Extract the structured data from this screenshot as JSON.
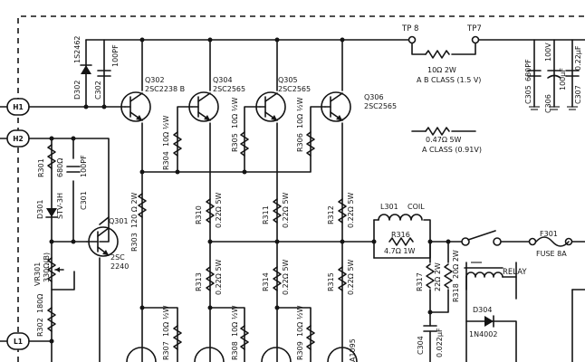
{
  "nodes": {
    "h1": "H1",
    "h2": "H2",
    "l1": "L1"
  },
  "transistors": {
    "q301": {
      "ref": "Q301",
      "part": "2SC",
      "part2": "2240"
    },
    "q302": {
      "ref": "Q302",
      "part": "2SC2238 B"
    },
    "q304": {
      "ref": "Q304",
      "part": "2SC2565"
    },
    "q305": {
      "ref": "Q305",
      "part": "2SC2565"
    },
    "q306": {
      "ref": "Q306",
      "part": "2SC2565"
    }
  },
  "diodes": {
    "d302": {
      "ref": "D302",
      "part": "1S2462"
    },
    "d301": {
      "ref": "D301",
      "part": "STV-3H"
    },
    "d304": {
      "ref": "D304",
      "part": "1N4002"
    }
  },
  "capacitors": {
    "c302": {
      "ref": "C302",
      "value": "100PF"
    },
    "c301": {
      "ref": "C301",
      "value": "100PF"
    },
    "c305": {
      "ref": "C305",
      "value": "680PF"
    },
    "c306": {
      "ref": "C306",
      "value": "100V",
      "value2": "100μF"
    },
    "c307": {
      "ref": "C307",
      "value": "0.22μF"
    },
    "c304": {
      "ref": "C304",
      "value": "0.022μF"
    }
  },
  "resistors": {
    "r301": {
      "ref": "R301",
      "value": "680Ω"
    },
    "vr301": {
      "ref": "VR301",
      "value": "330Ω(B)"
    },
    "r302": {
      "ref": "R302",
      "value": "180Ω"
    },
    "r303": {
      "ref": "R303",
      "value": "120 Ω 2W"
    },
    "r304": {
      "ref": "R304",
      "value": "10Ω ½W"
    },
    "r305": {
      "ref": "R305",
      "value": "10Ω ½W"
    },
    "r306": {
      "ref": "R306",
      "value": "10Ω ½W"
    },
    "r307": {
      "ref": "R307",
      "value": "10Ω ½W"
    },
    "r308": {
      "ref": "R308",
      "value": "10Ω ½W"
    },
    "r309": {
      "ref": "R309",
      "value": "10Ω ½W"
    },
    "r310": {
      "ref": "R310",
      "value": "0.22Ω 5W"
    },
    "r311": {
      "ref": "R311",
      "value": "0.22Ω 5W"
    },
    "r312": {
      "ref": "R312",
      "value": "0.22Ω 5W"
    },
    "r313": {
      "ref": "R313",
      "value": "0.22Ω 5W"
    },
    "r314": {
      "ref": "R314",
      "value": "0.22Ω 5W"
    },
    "r315": {
      "ref": "R315",
      "value": "0.22Ω 5W"
    },
    "r316": {
      "ref": "R316",
      "value": "4.7Ω 1W"
    },
    "r317": {
      "ref": "R317",
      "value": "22Ω 2W"
    },
    "r318": {
      "ref": "R318",
      "value": "20Ω 2W"
    }
  },
  "testpoints": {
    "tp8": "TP 8",
    "tp7": "TP7",
    "ab_res": "10Ω 2W",
    "ab_class": "A B CLASS (1.5 V)",
    "a_res": "0.47Ω 5W",
    "a_class": "A CLASS (0.91V)"
  },
  "coil": {
    "ref": "L301",
    "label": "COIL"
  },
  "fuse": {
    "ref": "F301",
    "value": "FUSE 8A"
  },
  "relay": {
    "label": "RELAY"
  },
  "partial": {
    "a1095": "A1095"
  }
}
